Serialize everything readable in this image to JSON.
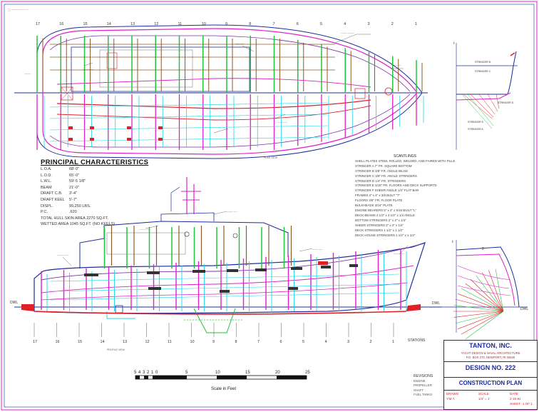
{
  "plan_view": {
    "station_numbers": [
      "17",
      "16",
      "15",
      "14",
      "13",
      "12",
      "11",
      "10",
      "9",
      "8",
      "7",
      "6",
      "5",
      "4",
      "3",
      "2",
      "1"
    ],
    "caption": "PLAN VIEW"
  },
  "profile_view": {
    "station_numbers": [
      "17",
      "16",
      "15",
      "14",
      "13",
      "12",
      "11",
      "10",
      "9",
      "8",
      "7",
      "6",
      "5",
      "4",
      "3",
      "2",
      "1"
    ],
    "stations_label": "STATIONS",
    "dwl_left": "DWL",
    "caption": "PROFILE VIEW"
  },
  "section_views": {
    "dwl_label": "DWL",
    "stringer_labels": [
      "STRINGER A",
      "STRINGER B",
      "STRINGER C",
      "STRINGER D",
      "STRINGER E"
    ]
  },
  "principal_characteristics": {
    "title": "PRINCIPAL CHARACTERISTICS",
    "rows": [
      {
        "k": "L.O.A.",
        "v": "68'-0\""
      },
      {
        "k": "L.O.D.",
        "v": "65'-0\""
      },
      {
        "k": "L.W.L.",
        "v": "59'-5 1/8\""
      },
      {
        "k": "BEAM",
        "v": "21'-0\""
      },
      {
        "k": "DRAFT C.B.",
        "v": "3'-4\""
      },
      {
        "k": "DRAFT KEEL",
        "v": "5'-7\""
      },
      {
        "k": "DISPL.",
        "v": "99,250 LBS."
      },
      {
        "k": "P.C.",
        "v": ".620"
      },
      {
        "k": "",
        "v": "TOTAL HULL SKIN AREA 2270 SQ.FT."
      },
      {
        "k": "",
        "v": "WETTED AREA 1045 SQ.FT. (NO KEELS)"
      }
    ]
  },
  "scantlings": {
    "title": "SCANTLINGS",
    "rows": [
      "SHELL PLATES STEEL ROLLED, WELDED, AND FAIRED WITH FILLER",
      "STRINGER A   7\" FR. SQUARE BOTTOM",
      "STRINGER B   3/8\" FR. ANGLE BILGE",
      "STRINGER C   3/8\" FR. ANGLE STRINGERS",
      "STRINGER D   1/4\" FR. STRINGERS",
      "STRINGER E   3/16\" FR. FLOORS AND DECK SUPPORTS",
      "STRINGER F   SHEER ANGLE 1/4\" FLAT BAR",
      "FRAMES   4\" x 4\" x 3/8 BUILT \"T\"",
      "FLOORS   3/8\" FR. FLOOR PLATE",
      "BULKHEADS   3/16\" PLATE",
      "ENGINE BEARERS   5\" x 4\" x 5/16 BUILT \"L\"",
      "DECK BEAMS   2 1/2\" x 2 1/2\" x 1/4 ANGLE",
      "BOTTOM STRINGERS   2\" x 2\" x 1/4\"",
      "SHEER STRINGERS   2\" x 2\" x 1/4\"",
      "DECK STRINGERS   1 1/2\" x 1 1/2\"",
      "DECK HOUSE STRINGERS   1 1/2\" x 1 1/2\""
    ]
  },
  "scale": {
    "labels": [
      "5",
      "4",
      "3",
      "2",
      "1",
      "0",
      "5",
      "10",
      "15",
      "20",
      "25"
    ],
    "caption": "Scale in Feet"
  },
  "revisions": {
    "title": "REVISIONS",
    "rows": [
      "ENGINE",
      "PROPELLER",
      "SHAFT",
      "FUEL TANKS"
    ]
  },
  "title_block": {
    "firm": "TANTON, INC.",
    "firm_sub1": "YACHT DESIGN & NAVAL ARCHITECTURE",
    "firm_sub2": "P.O. BOX 270, NEWPORT, RI 02840",
    "design": "DESIGN NO. 222",
    "plan": "CONSTRUCTION PLAN",
    "cells": [
      "DRAWN",
      "Y.M.T.",
      "SCALE",
      "1/4\" = 1'",
      "DATE",
      "2-15-91",
      "SHEET",
      "1 OF 1"
    ]
  },
  "colors": {
    "ink": "#1c2d9c",
    "red": "#e02024",
    "green": "#22c43c",
    "magenta": "#e020c8",
    "cyan": "#1ed4e6",
    "brown": "#8b5a2b",
    "purple": "#7b2fb0",
    "gray": "#888888"
  }
}
